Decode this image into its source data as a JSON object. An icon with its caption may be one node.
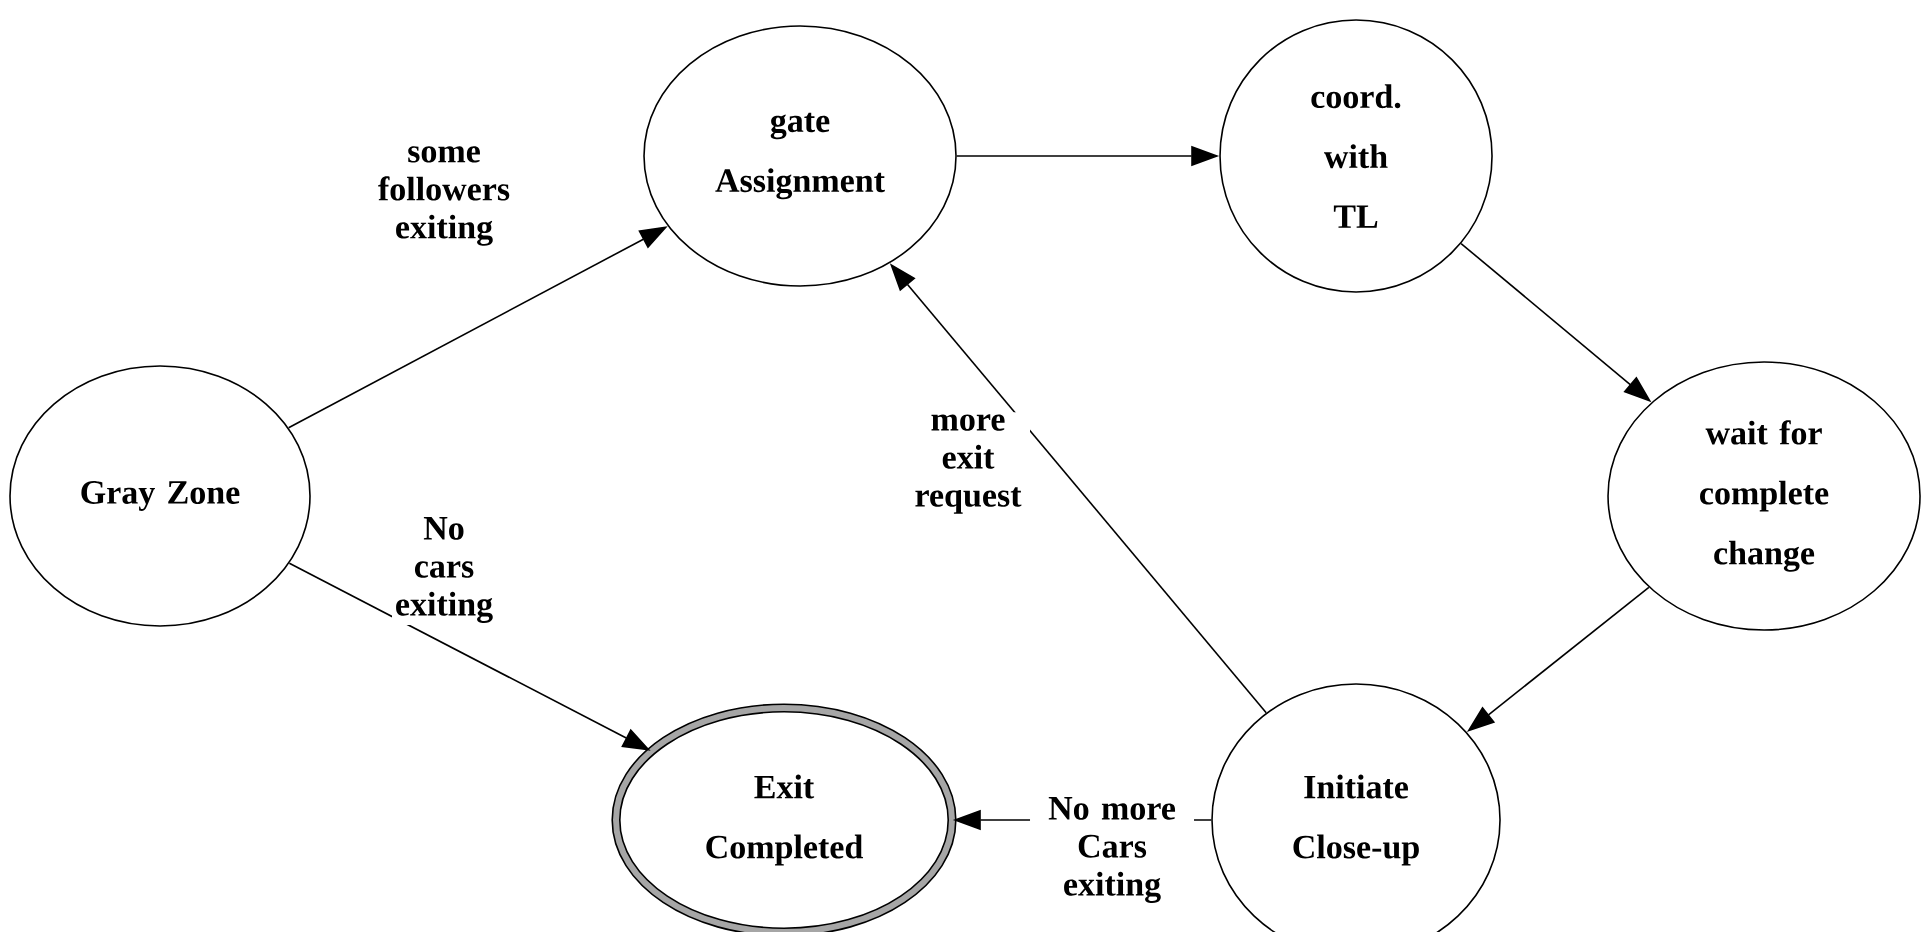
{
  "diagram": {
    "nodes": [
      {
        "text": [
          "Gray Zone"
        ]
      },
      {
        "text": [
          "gate Assignment"
        ]
      },
      {
        "text": [
          "coord. with TL"
        ]
      },
      {
        "text": [
          "wait for complete change"
        ]
      },
      {
        "text": [
          "Initiate Close-up"
        ]
      },
      {
        "text": [
          "Exit Completed"
        ]
      }
    ],
    "edges": [
      {
        "from": 0,
        "to": 1,
        "arrow": "to",
        "label": "some followers exiting"
      },
      {
        "from": 1,
        "to": 2,
        "arrow": "to"
      },
      {
        "from": 2,
        "to": 3,
        "arrow": "to"
      },
      {
        "from": 3,
        "to": 4,
        "arrow": "to"
      },
      {
        "from": 4,
        "to": 1,
        "arrow": "to",
        "label": "more exit request"
      },
      {
        "from": 4,
        "to": 5,
        "arrow": "to",
        "label": "No more Cars exiting"
      },
      {
        "from": 0,
        "to": 5,
        "arrow": "to",
        "label": "No cars exiting"
      }
    ]
  }
}
